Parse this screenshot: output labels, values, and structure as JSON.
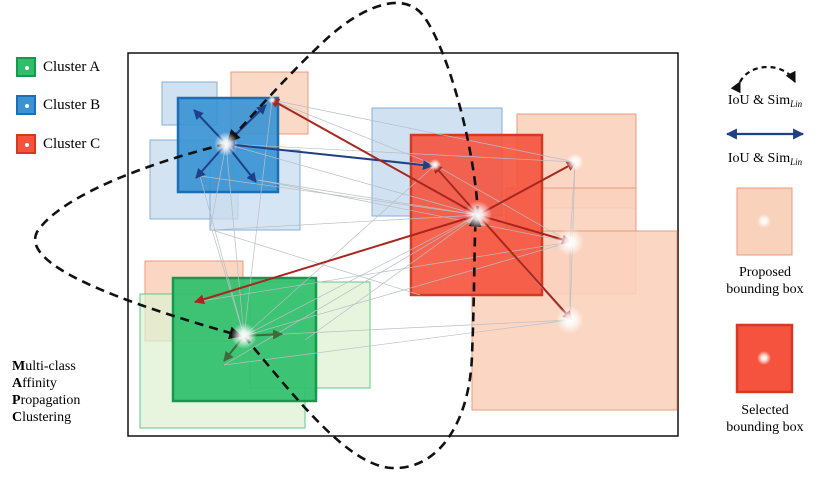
{
  "legend": {
    "clusters": [
      {
        "label": "Cluster A",
        "color": "#2fbf6b"
      },
      {
        "label": "Cluster B",
        "color": "#2f8fd0"
      },
      {
        "label": "Cluster C",
        "color": "#f5533d"
      }
    ]
  },
  "method": [
    {
      "initial": "M",
      "rest": "ulti-class"
    },
    {
      "initial": "A",
      "rest": "ffinity"
    },
    {
      "initial": "P",
      "rest": "ropagation"
    },
    {
      "initial": "C",
      "rest": "lustering"
    }
  ],
  "right_legend": {
    "dashed_arrow": {
      "text": "IoU & Sim",
      "sub": "Lin"
    },
    "solid_arrow": {
      "text": "IoU & Sim",
      "sub": "Lin"
    },
    "proposed": {
      "line1": "Proposed",
      "line2": "bounding box"
    },
    "selected": {
      "line1": "Selected",
      "line2": "bounding box"
    }
  },
  "colors": {
    "cluster_a_light": "#dff0d3",
    "cluster_a_border": "#62c88a",
    "cluster_a_fill": "#2fbf6b",
    "cluster_a_edge": "#149a4f",
    "cluster_b_light": "#c8dcef",
    "cluster_b_border": "#86b0d6",
    "cluster_b_fill": "#3a94d4",
    "cluster_b_edge": "#1c6fb5",
    "cluster_c_light": "#f9d2bc",
    "cluster_c_border": "#ea9a80",
    "cluster_c_fill": "#f5533d",
    "cluster_c_edge": "#d23a21",
    "arrow_blue": "#1f3f86",
    "arrow_red": "#a8261e",
    "arrow_green": "#3d6b3a",
    "mesh": "#b9bec4"
  }
}
